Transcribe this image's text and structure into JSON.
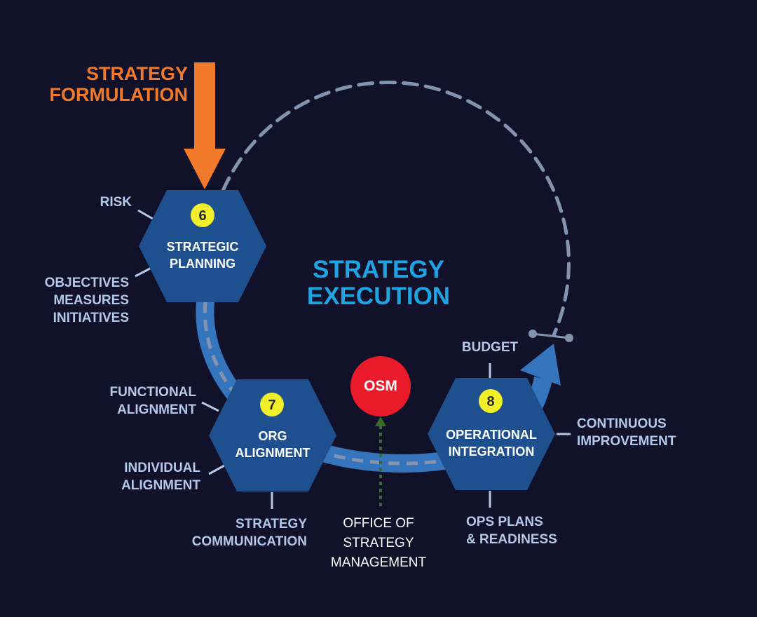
{
  "strategy_formulation": "STRATEGY\nFORMULATION",
  "strategy_execution": "STRATEGY\nEXECUTION",
  "colors": {
    "background": "#12112a",
    "hexagon": "#1e4f8e",
    "arc": "#3575bd",
    "dashed": "#8294b0",
    "formulation": "#f07a2a",
    "execution": "#1fa3e3",
    "badge": "#f1ef2a",
    "osm": "#ea1a2a",
    "label": "#b4c8ea",
    "office_arrow": "#3d6b2a"
  },
  "stages": [
    {
      "number": "6",
      "title": "STRATEGIC\nPLANNING"
    },
    {
      "number": "7",
      "title": "ORG\nALIGNMENT"
    },
    {
      "number": "8",
      "title": "OPERATIONAL\nINTEGRATION"
    }
  ],
  "labels": {
    "risk": "RISK",
    "objectives": "OBJECTIVES\nMEASURES\nINITIATIVES",
    "functional_alignment": "FUNCTIONAL\nALIGNMENT",
    "individual_alignment": "INDIVIDUAL\nALIGNMENT",
    "strategy_communication": "STRATEGY\nCOMMUNICATION",
    "budget": "BUDGET",
    "continuous_improvement": "CONTINUOUS\nIMPROVEMENT",
    "ops_plans": "OPS PLANS\n& READINESS"
  },
  "osm": {
    "label": "OSM",
    "description": "OFFICE OF\nSTRATEGY\nMANAGEMENT"
  }
}
